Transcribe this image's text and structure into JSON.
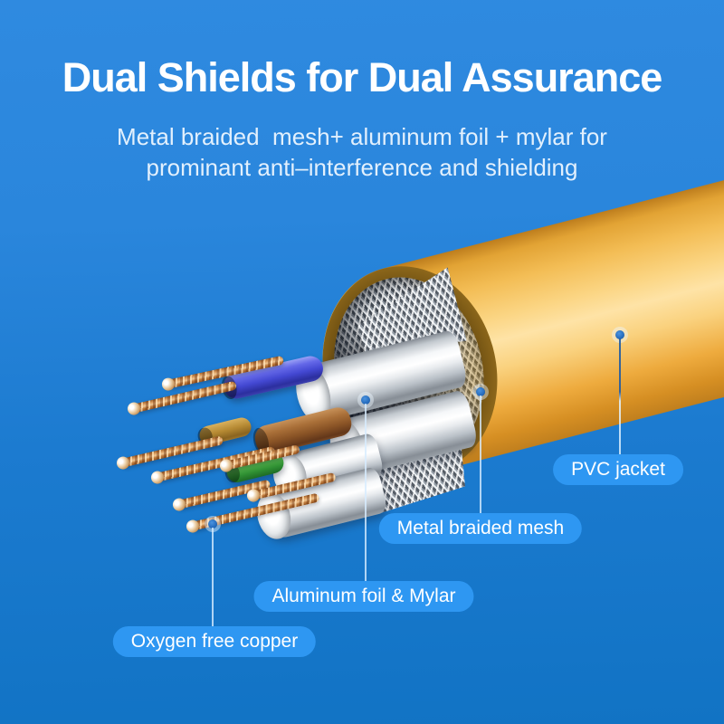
{
  "header": {
    "title": "Dual Shields for Dual Assurance",
    "subtitle_line1": "Metal braided  mesh+ aluminum foil + mylar for",
    "subtitle_line2": "prominant anti–interference and shielding"
  },
  "callouts": [
    {
      "id": "pvc-jacket",
      "label": "PVC jacket"
    },
    {
      "id": "metal-braided-mesh",
      "label": "Metal braided mesh"
    },
    {
      "id": "aluminum-foil-mylar",
      "label": "Aluminum foil & Mylar"
    },
    {
      "id": "oxygen-free-copper",
      "label": "Oxygen free copper"
    }
  ],
  "colors": {
    "background_top": "#2f8ae0",
    "background_bottom": "#1173c4",
    "label_pill_blue": "#2e97f2",
    "callout_dot_blue": "#1d62b4",
    "jacket_yellow": "#f6c35c",
    "foil_silver": "#e8ebee",
    "mesh_silver": "#b6bcc4",
    "copper": "#c07c3c",
    "wire_blue": "#4348d2",
    "wire_brown": "#8a5426",
    "wire_green": "#2f8f33",
    "title_white": "#ffffff"
  }
}
